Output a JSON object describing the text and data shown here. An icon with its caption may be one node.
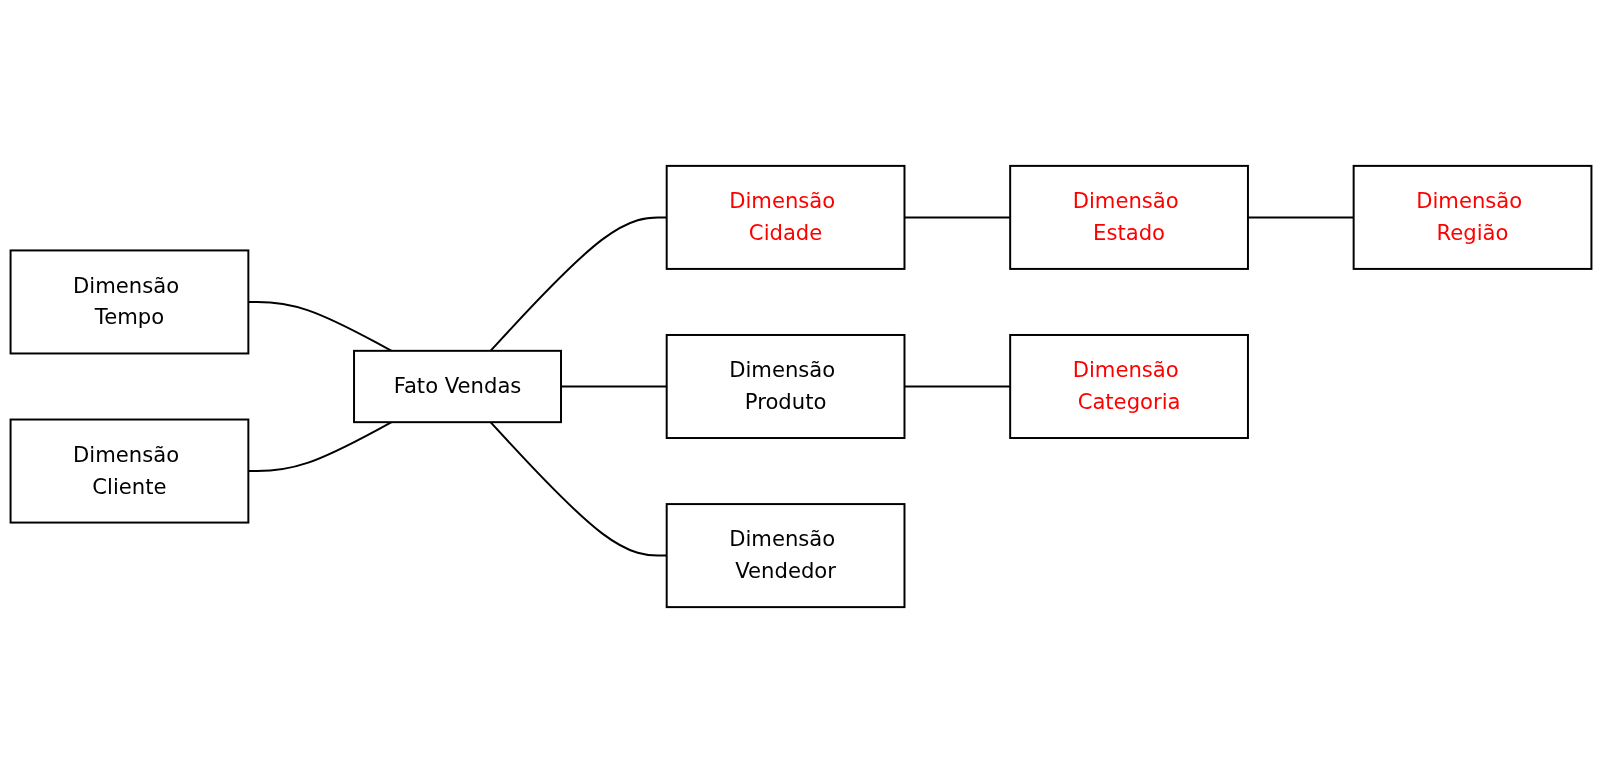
{
  "diagram": {
    "nodes": [
      {
        "text": [
          "Dimensão Região"
        ]
      },
      {
        "text": [
          "Dimensão Tempo"
        ]
      },
      {
        "text": [
          "Dimensão Estado"
        ]
      },
      {
        "text": [
          "Dimensão Cliente"
        ]
      },
      {
        "text": [
          "Dimensão Cidade"
        ]
      },
      {
        "text": [
          "Fato Vendas"
        ]
      },
      {
        "text": [
          "Dimensão Categoria"
        ]
      },
      {
        "text": [
          "Dimensão Produto"
        ]
      },
      {
        "text": [
          "Dimensão Vendedor"
        ]
      }
    ],
    "edges": [
      {
        "from": 1,
        "to": 5,
        "arrow": "none"
      },
      {
        "from": 3,
        "to": 5,
        "arrow": "none"
      },
      {
        "from": 5,
        "to": 4,
        "arrow": "none"
      },
      {
        "from": 4,
        "to": 2,
        "arrow": "none"
      },
      {
        "from": 2,
        "to": 0,
        "arrow": "none"
      },
      {
        "from": 5,
        "to": 8,
        "arrow": "none"
      },
      {
        "from": 5,
        "to": 7,
        "arrow": "none"
      },
      {
        "from": 7,
        "to": 6,
        "arrow": "none"
      }
    ]
  }
}
